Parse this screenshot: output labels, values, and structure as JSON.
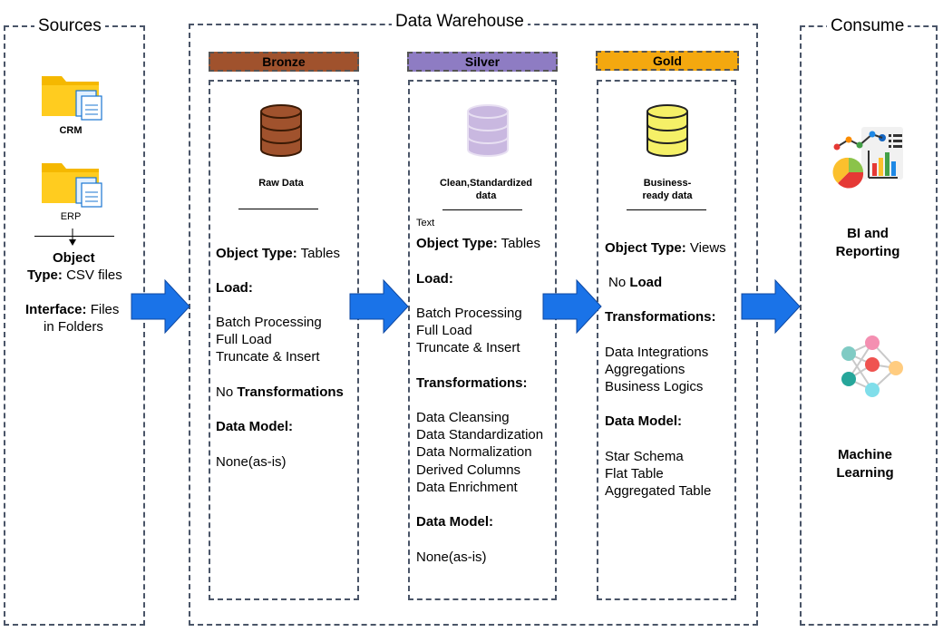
{
  "sections": {
    "sources": "Sources",
    "warehouse": "Data Warehouse",
    "consume": "Consume"
  },
  "sources": {
    "items": [
      "CRM",
      "ERP"
    ],
    "object_type_label": "Object",
    "object_type_label2": "Type:",
    "object_type_value": "CSV files",
    "interface_label": "Interface:",
    "interface_value1": "Files",
    "interface_value2": "in Folders"
  },
  "bronze": {
    "title": "Bronze",
    "color": "#a0522d",
    "caption": "Raw Data",
    "object_type_label": "Object Type:",
    "object_type_value": "Tables",
    "load_label": "Load:",
    "load_items": [
      "Batch Processing",
      "Full Load",
      "Truncate & Insert"
    ],
    "transform_prefix": "No",
    "transform_label": "Transformations",
    "model_label": "Data Model:",
    "model_value": "None(as-is)"
  },
  "silver": {
    "title": "Silver",
    "color": "#8e7cc3",
    "caption1": "Clean,Standardized",
    "caption2": "data",
    "stray_text": "Text",
    "object_type_label": "Object Type:",
    "object_type_value": "Tables",
    "load_label": "Load:",
    "load_items": [
      "Batch Processing",
      "Full Load",
      "Truncate & Insert"
    ],
    "transform_label": "Transformations:",
    "transform_items": [
      "Data Cleansing",
      "Data Standardization",
      "Data Normalization",
      "Derived Columns",
      "Data Enrichment"
    ],
    "model_label": "Data Model:",
    "model_value": "None(as-is)"
  },
  "gold": {
    "title": "Gold",
    "color": "#f4a80f",
    "caption1": "Business-",
    "caption2": "ready data",
    "object_type_label": "Object Type:",
    "object_type_value": "Views",
    "load_prefix": "No",
    "load_label": "Load",
    "transform_label": "Transformations:",
    "transform_items": [
      "Data Integrations",
      "Aggregations",
      "Business Logics"
    ],
    "model_label": "Data Model:",
    "model_items": [
      "Star Schema",
      "Flat Table",
      "Aggregated Table"
    ]
  },
  "consume": {
    "bi_line1": "BI and",
    "bi_line2": "Reporting",
    "ml_line1": "Machine",
    "ml_line2": "Learning"
  },
  "icons": [
    "folder-icon",
    "folder-icon",
    "database-icon",
    "database-icon",
    "database-icon",
    "chart-icon",
    "network-icon",
    "arrow-right-icon"
  ],
  "colors": {
    "arrow": "#1a73e8",
    "bronze_db": "#a0522d",
    "silver_db": "#c9b8e0",
    "gold_db": "#f5f067",
    "folder": "#ffc107"
  }
}
